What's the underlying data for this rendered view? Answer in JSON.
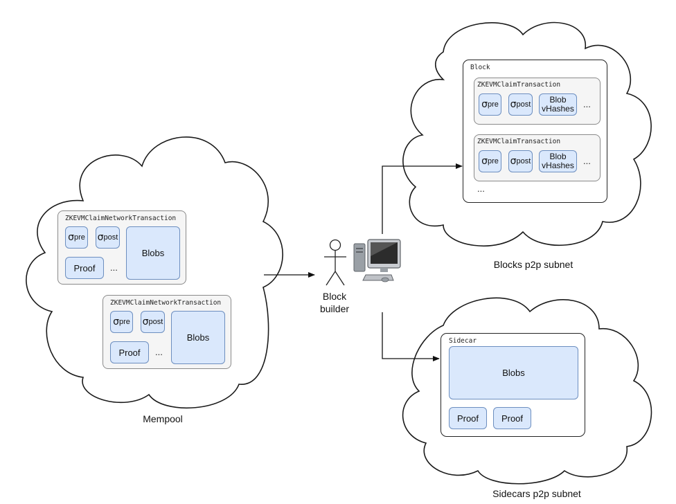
{
  "mempool": {
    "label": "Mempool",
    "transactions": [
      {
        "title": "ZKEVMClaimNetworkTransaction",
        "sigma": "σ",
        "pre": "pre",
        "post": "post",
        "blobs": "Blobs",
        "proof": "Proof",
        "ellipsis": "..."
      },
      {
        "title": "ZKEVMClaimNetworkTransaction",
        "sigma": "σ",
        "pre": "pre",
        "post": "post",
        "blobs": "Blobs",
        "proof": "Proof",
        "ellipsis": "..."
      }
    ]
  },
  "builder": {
    "line1": "Block",
    "line2": "builder"
  },
  "blocks": {
    "label": "Blocks p2p subnet",
    "block_title": "Block",
    "transactions": [
      {
        "title": "ZKEVMClaimTransaction",
        "sigma": "σ",
        "pre": "pre",
        "post": "post",
        "vhashes_line1": "Blob",
        "vhashes_line2": "vHashes",
        "ellipsis": "..."
      },
      {
        "title": "ZKEVMClaimTransaction",
        "sigma": "σ",
        "pre": "pre",
        "post": "post",
        "vhashes_line1": "Blob",
        "vhashes_line2": "vHashes",
        "ellipsis": "..."
      }
    ],
    "more": "..."
  },
  "sidecars": {
    "label": "Sidecars p2p subnet",
    "sidecar_title": "Sidecar",
    "blobs": "Blobs",
    "proofs": [
      "Proof",
      "Proof"
    ]
  }
}
